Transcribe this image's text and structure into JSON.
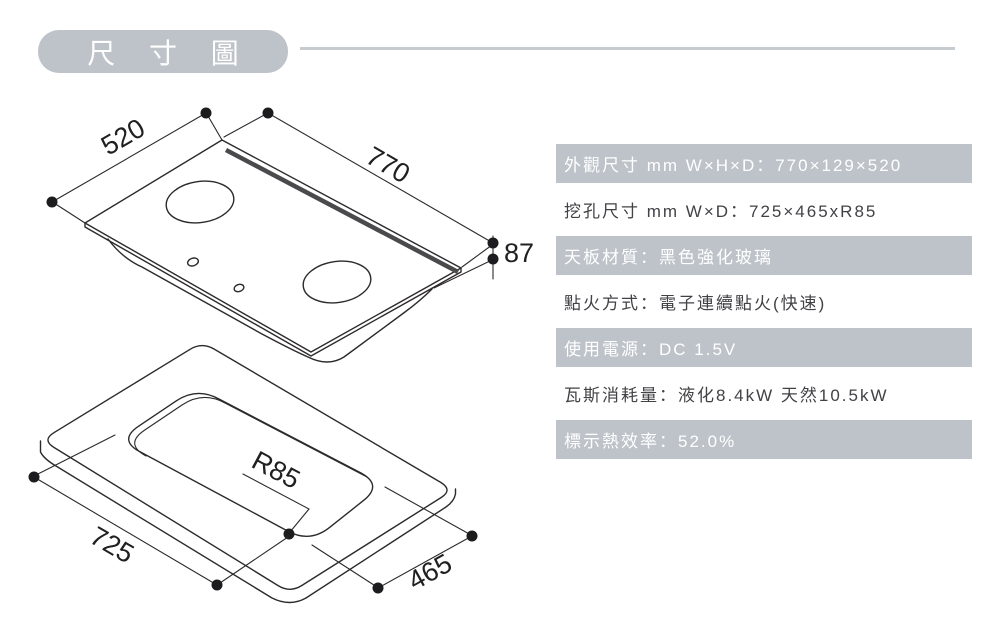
{
  "header": {
    "badge_label": "尺 寸 圖"
  },
  "diagram": {
    "top_view": {
      "width_label": "520",
      "depth_label": "770",
      "height_label": "87"
    },
    "cutout_view": {
      "width_label": "725",
      "depth_label": "465",
      "radius_label": "R85"
    }
  },
  "spec_table": {
    "rows": [
      {
        "text": "外觀尺寸 mm W×H×D：770×129×520",
        "highlight": true
      },
      {
        "text": "挖孔尺寸 mm W×D：725×465xR85",
        "highlight": false
      },
      {
        "text": "天板材質：黑色強化玻璃",
        "highlight": true
      },
      {
        "text": "點火方式：電子連續點火(快速)",
        "highlight": false
      },
      {
        "text": "使用電源：DC 1.5V",
        "highlight": true
      },
      {
        "text": "瓦斯消耗量：液化8.4kW 天然10.5kW",
        "highlight": false
      },
      {
        "text": "標示熱效率：52.0%",
        "highlight": true
      }
    ]
  },
  "colors": {
    "accent_gray": "#bdc3c9",
    "rule_gray": "#c6cbd0",
    "line_black": "#2d2a2b",
    "text_dark": "#424246",
    "text_on_gray": "#ffffff"
  }
}
